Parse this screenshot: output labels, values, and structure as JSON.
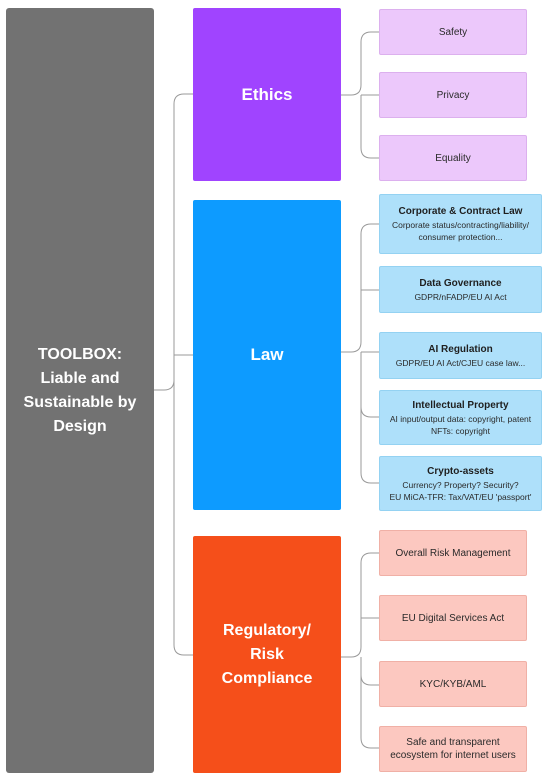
{
  "root": {
    "lines": [
      "TOOLBOX:",
      "Liable and",
      "Sustainable by",
      "Design"
    ]
  },
  "categories": {
    "ethics": {
      "label": "Ethics",
      "color": "#a044ff"
    },
    "law": {
      "label": "Law",
      "color": "#0d9bff"
    },
    "regulatory": {
      "lines": [
        "Regulatory/",
        "Risk",
        "Compliance"
      ],
      "color": "#f54f1a"
    }
  },
  "ethics_items": [
    "Safety",
    "Privacy",
    "Equality"
  ],
  "law_items": [
    {
      "title": "Corporate & Contract Law",
      "lines": [
        "Corporate status/contracting/liability/",
        "consumer protection..."
      ]
    },
    {
      "title": "Data Governance",
      "lines": [
        "GDPR/nFADP/EU AI Act"
      ]
    },
    {
      "title": "AI Regulation",
      "lines": [
        "GDPR/EU AI Act/CJEU case law..."
      ]
    },
    {
      "title": "Intellectual Property",
      "lines": [
        "AI input/output data: copyright, patent",
        "NFTs: copyright"
      ]
    },
    {
      "title": "Crypto-assets",
      "lines": [
        "Currency? Property? Security?",
        "EU MiCA-TFR: Tax/VAT/EU 'passport'"
      ]
    }
  ],
  "regulatory_items": [
    {
      "lines": [
        "Overall Risk Management"
      ]
    },
    {
      "lines": [
        "EU Digital Services Act"
      ]
    },
    {
      "lines": [
        "KYC/KYB/AML"
      ]
    },
    {
      "lines": [
        "Safe and transparent",
        "ecosystem for internet users"
      ]
    }
  ]
}
